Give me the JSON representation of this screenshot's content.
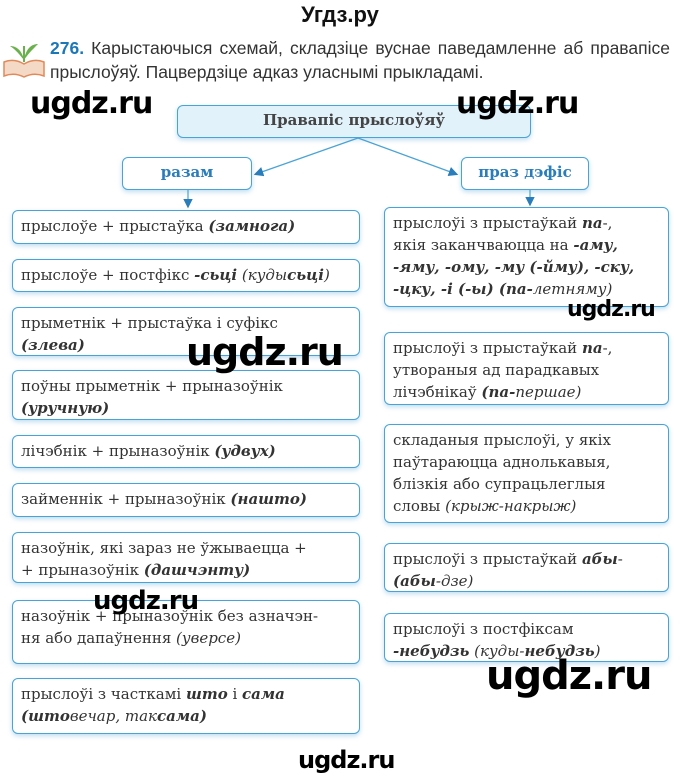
{
  "site_title": "Угдз.ру",
  "task": {
    "number": "276.",
    "text": "Карыстаючыся схемай, складзіце вуснае паведамленне аб правапісе прыслоўяў. Пацвердзіце адказ уласнымі прыкладамі."
  },
  "watermark": "ugdz.ru",
  "diagram": {
    "root": "Правапіс прыслоўяў",
    "left_title": "разам",
    "right_title": "праз дэфіс",
    "left": [
      [
        {
          "t": "прыслоўе + прыстаўка "
        },
        {
          "t": "(замнога)",
          "s": "b"
        }
      ],
      [
        {
          "t": "прыслоўе + постфікс "
        },
        {
          "t": "-сьці",
          "s": "b"
        },
        {
          "t": " (куды",
          "s": "i"
        },
        {
          "t": "сьці",
          "s": "b"
        },
        {
          "t": ")",
          "s": "i"
        }
      ],
      [
        {
          "t": "прыметнік + прыстаўка і суфікс\n"
        },
        {
          "t": "(злева)",
          "s": "b"
        }
      ],
      [
        {
          "t": "поўны прыметнік + прыназоўнік\n"
        },
        {
          "t": "(уручную)",
          "s": "b"
        }
      ],
      [
        {
          "t": "лічэбнік + прыназоўнік "
        },
        {
          "t": "(удвух)",
          "s": "b"
        }
      ],
      [
        {
          "t": "займеннік + прыназоўнік "
        },
        {
          "t": "(нашто)",
          "s": "b"
        }
      ],
      [
        {
          "t": "назоўнік, які зараз не ўжываецца +\n+ прыназоўнік "
        },
        {
          "t": "(дашчэнту)",
          "s": "b"
        }
      ],
      [
        {
          "t": "назоўнік + прыназоўнік без азначэн-\nня або дапаўнення "
        },
        {
          "t": "(уверсе)",
          "s": "i"
        }
      ],
      [
        {
          "t": "прыслоўі з часткамі "
        },
        {
          "t": "што",
          "s": "b"
        },
        {
          "t": " і "
        },
        {
          "t": "сама",
          "s": "b"
        },
        {
          "t": "\n"
        },
        {
          "t": "(што",
          "s": "b"
        },
        {
          "t": "вечар, так",
          "s": "i"
        },
        {
          "t": "сама)",
          "s": "b"
        }
      ]
    ],
    "right": [
      [
        {
          "t": "прыслоўі з прыстаўкай "
        },
        {
          "t": "па",
          "s": "b"
        },
        {
          "t": "-,\nякія заканчваюцца на "
        },
        {
          "t": "-аму,\n-яму, -ому, -му (-йму), -ску,\n-цку, -і (-ы)",
          "s": "b"
        },
        {
          "t": " (па-",
          "s": "b"
        },
        {
          "t": "летняму)",
          "s": "i"
        }
      ],
      [
        {
          "t": "прыслоўі з прыстаўкай "
        },
        {
          "t": "па",
          "s": "b"
        },
        {
          "t": "-,\nутвораныя ад парадкавых\nлічэбнікаў "
        },
        {
          "t": "(па-",
          "s": "b"
        },
        {
          "t": "першае)",
          "s": "i"
        }
      ],
      [
        {
          "t": "складаныя прыслоўі, у якіх\nпаўтараюцца аднолькавыя,\nблізкія або супрацьлеглыя\nсловы "
        },
        {
          "t": "(крыж-накрыж)",
          "s": "i"
        }
      ],
      [
        {
          "t": "прыслоўі з прыстаўкай "
        },
        {
          "t": "абы",
          "s": "b"
        },
        {
          "t": "-\n"
        },
        {
          "t": "(абы",
          "s": "b"
        },
        {
          "t": "-дзе)",
          "s": "i"
        }
      ],
      [
        {
          "t": "прыслоўі з постфіксам\n"
        },
        {
          "t": "-небудзь",
          "s": "b"
        },
        {
          "t": " (куды-",
          "s": "i"
        },
        {
          "t": "небудзь",
          "s": "b"
        },
        {
          "t": ")",
          "s": "i"
        }
      ]
    ]
  }
}
